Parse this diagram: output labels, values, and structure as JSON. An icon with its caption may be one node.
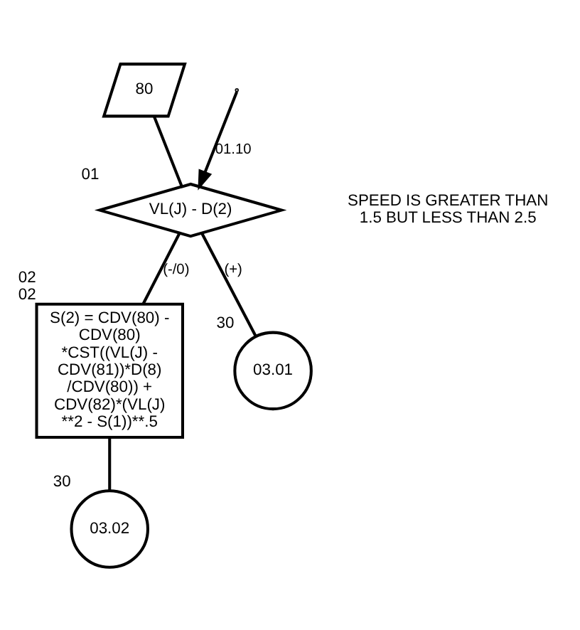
{
  "diagram": {
    "nodes": [
      {
        "text": [
          "80"
        ]
      },
      {
        "text": [
          "VL(J) - D(2)"
        ],
        "beside": [
          "01"
        ]
      },
      {
        "text": [
          "S(2) = CDV(80) - CDV(80) *CST((VL(J) - CDV(81))*D(8) /CDV(80)) + CDV(82)*(VL(J) **2 - S(1))**.5"
        ],
        "beside": [
          "02",
          "02"
        ]
      },
      {
        "text": [
          "03.01"
        ],
        "beside": [
          "30"
        ]
      },
      {
        "text": [
          "03.02"
        ],
        "beside": [
          "30"
        ]
      }
    ],
    "edges": [
      {
        "from": 0,
        "to": 1,
        "arrow": "none"
      },
      {
        "from": null,
        "to": 1,
        "arrow": "to",
        "label": "01.10"
      },
      {
        "from": 1,
        "to": 2,
        "arrow": "none",
        "label": "(-/0)"
      },
      {
        "from": 1,
        "to": 3,
        "arrow": "none",
        "label": "(+)"
      },
      {
        "from": 2,
        "to": 4,
        "arrow": "none"
      }
    ],
    "labels": [
      "SPEED IS GREATER THAN 1.5 BUT LESS THAN 2.5"
    ]
  }
}
